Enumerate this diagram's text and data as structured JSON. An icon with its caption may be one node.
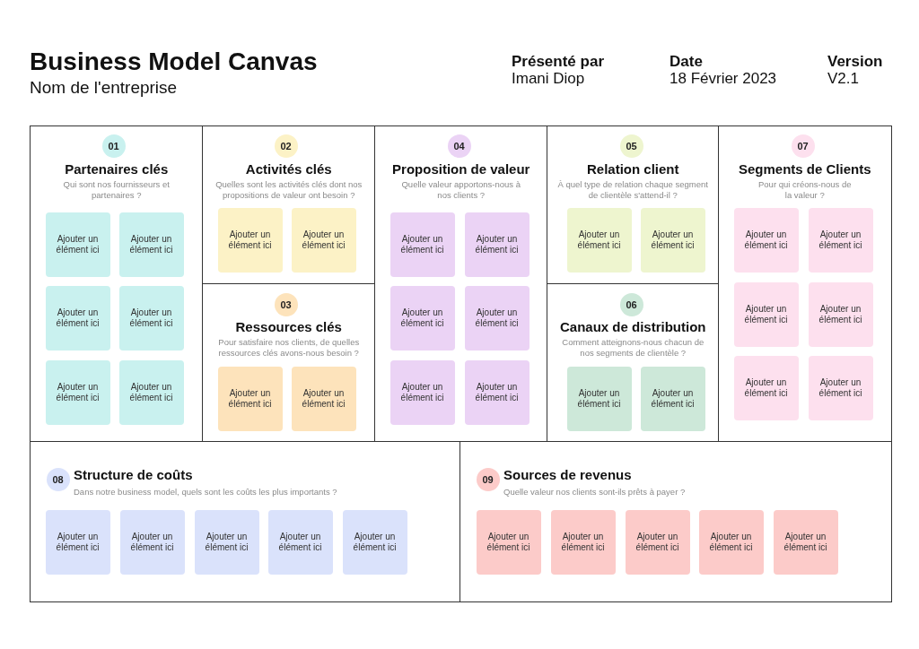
{
  "diagram": {
    "title": "Business Model Canvas",
    "nodes": [
      {
        "text": [
          "Partenaires clés",
          "Qui sont nos fournisseurs et partenaires ?"
        ]
      },
      {
        "text": [
          "01"
        ],
        "in": 0
      },
      {
        "text": [
          "Ajouter un élément ici"
        ],
        "in": 0
      },
      {
        "text": [
          "Ajouter un élément ici"
        ],
        "in": 0
      },
      {
        "text": [
          "Ajouter un élément ici"
        ],
        "in": 0
      },
      {
        "text": [
          "Ajouter un élément ici"
        ],
        "in": 0
      },
      {
        "text": [
          "Ajouter un élément ici"
        ],
        "in": 0
      },
      {
        "text": [
          "Ajouter un élément ici"
        ],
        "in": 0
      },
      {
        "text": [
          "Activités clés",
          "Quelles sont les activités clés dont nos propositions de valeur ont besoin ?"
        ]
      },
      {
        "text": [
          "02"
        ],
        "in": 8
      },
      {
        "text": [
          "Ajouter un élément ici"
        ],
        "in": 8
      },
      {
        "text": [
          "Ajouter un élément ici"
        ],
        "in": 8
      },
      {
        "text": [
          "Ressources clés",
          "Pour satisfaire nos clients, de quelles ressources clés avons-nous besoin ?"
        ]
      },
      {
        "text": [
          "03"
        ],
        "in": 12
      },
      {
        "text": [
          "Ajouter un élément ici"
        ],
        "in": 12
      },
      {
        "text": [
          "Ajouter un élément ici"
        ],
        "in": 12
      },
      {
        "text": [
          "Proposition de valeur",
          "Quelle valeur apportons-nous à nos clients ?"
        ]
      },
      {
        "text": [
          "04"
        ],
        "in": 16
      },
      {
        "text": [
          "Ajouter un élément ici"
        ],
        "in": 16
      },
      {
        "text": [
          "Ajouter un élément ici"
        ],
        "in": 16
      },
      {
        "text": [
          "Ajouter un élément ici"
        ],
        "in": 16
      },
      {
        "text": [
          "Ajouter un élément ici"
        ],
        "in": 16
      },
      {
        "text": [
          "Ajouter un élément ici"
        ],
        "in": 16
      },
      {
        "text": [
          "Ajouter un élément ici"
        ],
        "in": 16
      },
      {
        "text": [
          "Relation client",
          "À quel type de relation chaque segment de clientèle s'attend-il ?"
        ]
      },
      {
        "text": [
          "05"
        ],
        "in": 24
      },
      {
        "text": [
          "Ajouter un élément ici"
        ],
        "in": 24
      },
      {
        "text": [
          "Ajouter un élément ici"
        ],
        "in": 24
      },
      {
        "text": [
          "Canaux de distribution",
          "Comment atteignons-nous chacun de nos segments de clientèle ?"
        ]
      },
      {
        "text": [
          "06"
        ],
        "in": 28
      },
      {
        "text": [
          "Ajouter un élément ici"
        ],
        "in": 28
      },
      {
        "text": [
          "Ajouter un élément ici"
        ],
        "in": 28
      },
      {
        "text": [
          "Segments de Clients",
          "Pour qui créons-nous de la valeur ?"
        ]
      },
      {
        "text": [
          "07"
        ],
        "in": 32
      },
      {
        "text": [
          "Ajouter un élément ici"
        ],
        "in": 32
      },
      {
        "text": [
          "Ajouter un élément ici"
        ],
        "in": 32
      },
      {
        "text": [
          "Ajouter un élément ici"
        ],
        "in": 32
      },
      {
        "text": [
          "Ajouter un élément ici"
        ],
        "in": 32
      },
      {
        "text": [
          "Ajouter un élément ici"
        ],
        "in": 32
      },
      {
        "text": [
          "Ajouter un élément ici"
        ],
        "in": 32
      },
      {
        "text": [
          "Structure de coûts",
          "Dans notre business model, quels sont les coûts les plus importants ?"
        ]
      },
      {
        "text": [
          "08"
        ],
        "in": 40
      },
      {
        "text": [
          "Ajouter un élément ici"
        ],
        "in": 40
      },
      {
        "text": [
          "Ajouter un élément ici"
        ],
        "in": 40
      },
      {
        "text": [
          "Ajouter un élément ici"
        ],
        "in": 40
      },
      {
        "text": [
          "Ajouter un élément ici"
        ],
        "in": 40
      },
      {
        "text": [
          "Ajouter un élément ici"
        ],
        "in": 40
      },
      {
        "text": [
          "Sources de revenus",
          "Quelle valeur nos clients sont-ils prêts à payer ?"
        ]
      },
      {
        "text": [
          "09"
        ],
        "in": 47
      },
      {
        "text": [
          "Ajouter un élément ici"
        ],
        "in": 47
      },
      {
        "text": [
          "Ajouter un élément ici"
        ],
        "in": 47
      },
      {
        "text": [
          "Ajouter un élément ici"
        ],
        "in": 47
      },
      {
        "text": [
          "Ajouter un élément ici"
        ],
        "in": 47
      },
      {
        "text": [
          "Ajouter un élément ici"
        ],
        "in": 47
      }
    ],
    "labels": [
      "Nom de l'entreprise",
      "Présenté par",
      "Imani Diop",
      "Date",
      "18 Février 2023",
      "Version",
      "V2.1"
    ]
  }
}
